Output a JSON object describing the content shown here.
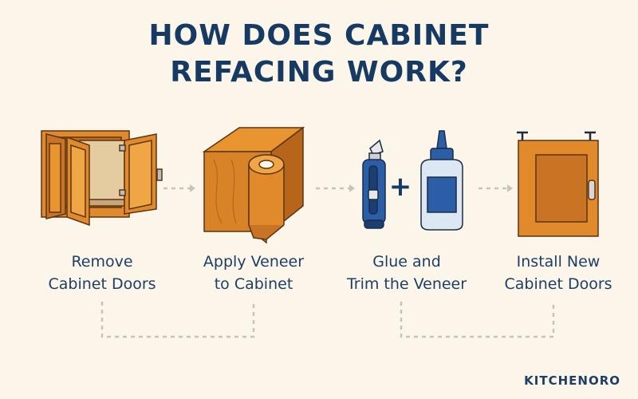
{
  "title": {
    "line1": "HOW DOES CABINET",
    "line2": "REFACING WORK?"
  },
  "steps": [
    {
      "line1": "Remove",
      "line2": "Cabinet Doors",
      "icon": "open-cabinet-icon"
    },
    {
      "line1": "Apply Veneer",
      "line2": "to Cabinet",
      "icon": "veneer-roll-icon"
    },
    {
      "line1": "Glue and",
      "line2": "Trim the Veneer",
      "icon": "utility-knife-and-glue-icon"
    },
    {
      "line1": "Install New",
      "line2": "Cabinet Doors",
      "icon": "new-cabinet-door-icon"
    }
  ],
  "plus_symbol": "+",
  "brand": "KITCHENORO",
  "colors": {
    "background": "#fbf6e9",
    "title": "#173a63",
    "wood": "#e08a2c",
    "wood_dark": "#b8651c",
    "outline": "#5a3415",
    "blue": "#2a5fa8",
    "connector": "#c8c3b8"
  }
}
